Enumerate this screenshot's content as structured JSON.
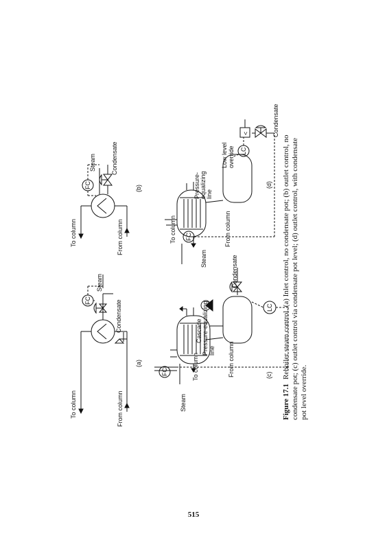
{
  "figure": {
    "a": {
      "to_column": "To column",
      "from_column": "From column",
      "steam": "Steam",
      "condensate": "Condensate",
      "fc": "FC",
      "sublabel": "(a)"
    },
    "b": {
      "to_column": "To column",
      "from_column": "From column",
      "steam": "Steam",
      "condensate": "Condensate",
      "fc": "FC",
      "sublabel": "(b)"
    },
    "c": {
      "to_column": "To column",
      "from_column": "From column",
      "steam": "Steam",
      "condensate": "Condensate",
      "pressure_line": "Pressure-equalizing",
      "pressure_line2": "line",
      "cascade": "Cascade",
      "fc": "FC",
      "lc": "LC",
      "sublabel": "(c)"
    },
    "d": {
      "to_column": "To column",
      "from_column": "From column",
      "steam": "Steam",
      "condensate": "Condensate",
      "pressure_line1": "Pressure-",
      "pressure_line2": "equalizing",
      "pressure_line3": "line",
      "low_level1": "Low level",
      "low_level2": "override",
      "fc": "FC",
      "lc": "LC",
      "selector": "<",
      "sublabel": "(d)"
    }
  },
  "caption": {
    "label": "Figure 17.1",
    "line1": "Reboiler steam control. (a) Inlet control, no condensate pot; (b) outlet control, no",
    "line2": "condensate pot; (c) outlet control via condensate pot level; (d) outlet control, with condensate",
    "line3": "pot level override."
  },
  "page_number": "515"
}
